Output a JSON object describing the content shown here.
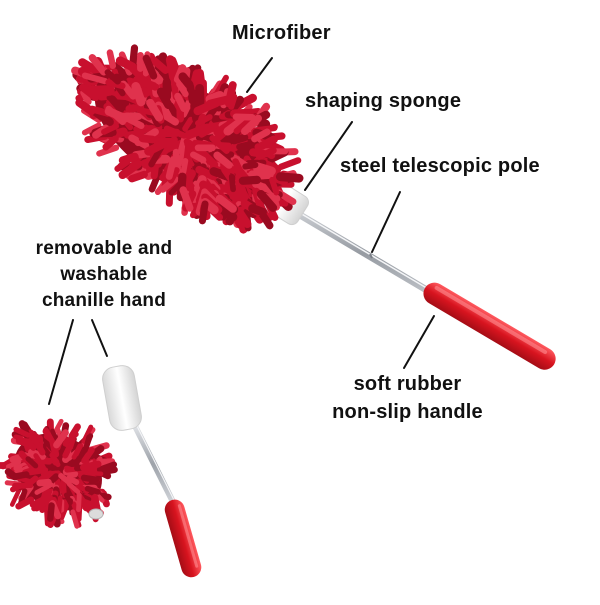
{
  "labels": {
    "microfiber": "Microfiber",
    "shaping_sponge": "shaping sponge",
    "steel_pole": "steel telescopic pole",
    "removable": [
      "removable and",
      "washable",
      "chanille hand"
    ],
    "handle": [
      "soft rubber",
      "non-slip handle"
    ]
  },
  "colors": {
    "fiber": "#c8102e",
    "fiber_dark": "#9a0a20",
    "fiber_light": "#e0324d",
    "sponge": "#f2f2f2",
    "steel": "#b8bcc2",
    "handle": "#e0202e",
    "leader": "#111111",
    "text": "#111111"
  },
  "icons": {
    "duster_main": "extended-duster-icon",
    "duster_small": "collapsed-duster-icon",
    "chenille_head": "chenille-head-icon"
  }
}
